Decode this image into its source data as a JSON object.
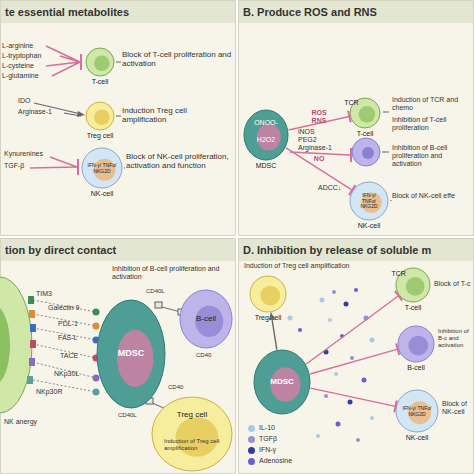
{
  "diagram": {
    "nodes": [
      {
        "text": [
          "te essential metabolites"
        ]
      },
      {
        "text": [
          "T-cell"
        ],
        "in": 0
      },
      {
        "text": [
          "Treg cell"
        ],
        "in": 0
      },
      {
        "text": [
          "IFN-γ/ TNFα/ NKG2D",
          "NK-cell"
        ],
        "in": 0
      },
      {
        "text": [
          "B. Produce ROS and RNS"
        ]
      },
      {
        "text": [
          "ONOO-",
          "H2O2",
          "MDSC"
        ],
        "in": 4
      },
      {
        "text": [
          "TCR",
          "T-cell"
        ],
        "in": 4
      },
      {
        "text": [
          "IFN-γ/ TNFα/ NKG2D",
          "NK-cell"
        ],
        "in": 4
      },
      {
        "text": [
          "tion by direct contact"
        ]
      },
      {
        "text": [
          "MDSC"
        ],
        "in": 8
      },
      {
        "text": [
          "B-cell"
        ],
        "in": 8
      },
      {
        "text": [
          "Treg cell"
        ],
        "in": 8
      },
      {
        "text": [
          "D. Inhibition by release of soluble m"
        ]
      },
      {
        "text": [
          "Treg cell"
        ],
        "in": 12
      },
      {
        "text": [
          "TCR",
          "T-cell"
        ],
        "in": 12
      },
      {
        "text": [
          "B-cell"
        ],
        "in": 12
      },
      {
        "text": [
          "IFN-γ/ TNFα/ NKG2D",
          "NK-cell"
        ],
        "in": 12
      },
      {
        "text": [
          "MDSC"
        ],
        "in": 12
      }
    ],
    "edges": [
      {
        "from": 5,
        "to": 6,
        "label": "ROS RNS",
        "arrow": "to"
      },
      {
        "from": 5,
        "to": 7,
        "label": "NO",
        "arrow": "to"
      },
      {
        "from": 17,
        "to": 13,
        "arrow": "to"
      },
      {
        "from": 17,
        "to": 14,
        "arrow": "to"
      },
      {
        "from": 17,
        "to": 15,
        "arrow": "to"
      },
      {
        "from": 17,
        "to": 16,
        "arrow": "to"
      }
    ],
    "labels": [
      "L-arginine",
      "L-tryptophan",
      "L-cysteine",
      "L-glutamine",
      "Block of T-cell proliferation and activation",
      "IDO",
      "Arginase-1",
      "Induction Treg cell amplification",
      "Kynurenines",
      "TGF-β",
      "Block of NK-cell proliferation, activation and function",
      "Induction of TCR and chemo",
      "Inhibition of T-cell proliferation",
      "iNOS",
      "PEG2",
      "Arginase-1",
      "Inhibition of B-cell proliferation and activation",
      "ADCC↓",
      "Block of NK-cell effe",
      "Inhibition of B-cell proliferation and activation",
      "TIM3",
      "Galectin 9",
      "PDL-1",
      "FAS-L",
      "TACE",
      "NKp30L",
      "NKp30R",
      "NK anergy",
      "CD40L",
      "CD40",
      "CD40L",
      "CD40",
      "Induction of Treg cell amplification",
      "Induction of Treg cell amplification",
      "Block of T-c",
      "Inhibition of B-c and activation",
      "Block of NK-cell"
    ],
    "legend": [
      {
        "text": "IL-10",
        "color": "#a9cbe8"
      },
      {
        "text": "TGFβ",
        "color": "#9b8fd0"
      },
      {
        "text": "IFN-γ",
        "color": "#2f3f9a"
      },
      {
        "text": "Adenosine",
        "color": "#6a5fd0"
      }
    ]
  }
}
